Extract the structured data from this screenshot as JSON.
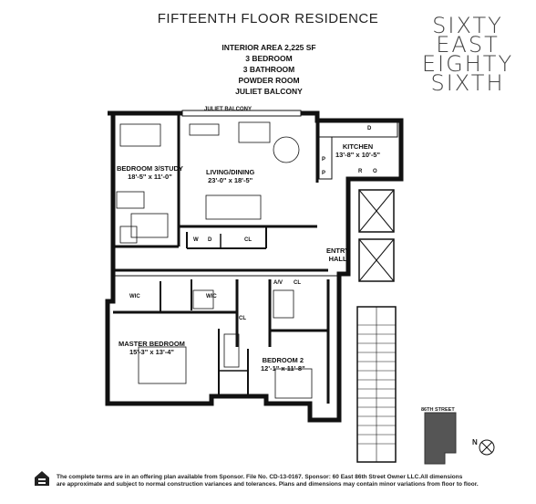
{
  "header": {
    "title": "FIFTEENTH FLOOR RESIDENCE",
    "specs": [
      "INTERIOR AREA 2,225 SF",
      "3 BEDROOM",
      "3 BATHROOM",
      "POWDER ROOM",
      "JULIET BALCONY"
    ],
    "brand": [
      "SIXTY",
      "EAST",
      "EIGHTY",
      "SIXTH"
    ]
  },
  "rooms": {
    "juliet_balcony": "JULIET BALCONY",
    "kitchen_name": "KITCHEN",
    "kitchen_dim": "13'-8\" x 10'-5\"",
    "bedroom3_name": "BEDROOM 3/STUDY",
    "bedroom3_dim": "18'-5\" x 11'-0\"",
    "living_name": "LIVING/DINING",
    "living_dim": "23'-0\" x 18'-5\"",
    "entry_hall": [
      "ENTRY",
      "HALL"
    ],
    "master_name": "MASTER BEDROOM",
    "master_dim": "15'-3\" x 13'-4\"",
    "bedroom2_name": "BEDROOM 2",
    "bedroom2_dim": "12'-1\" x 11'-8\"",
    "wic": "WIC",
    "cl": "CL",
    "w": "W",
    "d": "D",
    "p": "P",
    "r": "R",
    "o": "O",
    "av": "A/V"
  },
  "keyplan": {
    "street": "86TH STREET",
    "north": "N"
  },
  "footer": {
    "line1": "The complete terms are in an offering plan available from Sponsor. File No. CD-13-0167. Sponsor: 60 East 86th Street Owner LLC.All dimensions",
    "line2": "are approximate and subject to normal construction variances and tolerances. Plans and dimensions may contain minor variations from floor to floor."
  }
}
